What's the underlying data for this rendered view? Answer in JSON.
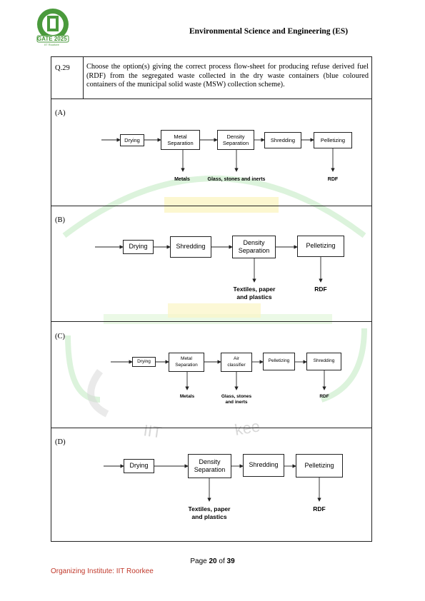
{
  "header": {
    "logo_text": "GATE 2025",
    "logo_subtext": "IIT Roorkee",
    "title": "Environmental Science and Engineering (ES)"
  },
  "question": {
    "number": "Q.29",
    "text": "Choose the option(s) giving the correct process flow-sheet for producing refuse derived fuel (RDF) from the segregated waste collected in the dry waste containers (blue coloured containers of the municipal solid waste (MSW) collection scheme)."
  },
  "options": {
    "a": {
      "label": "(A)",
      "steps": [
        "Drying",
        "Metal\nSeparation",
        "Density\nSeparation",
        "Shredding",
        "Pelletizing"
      ],
      "outputs": [
        "Metals",
        "Glass, stones and inerts",
        "RDF"
      ]
    },
    "b": {
      "label": "(B)",
      "steps": [
        "Drying",
        "Shredding",
        "Density\nSeparation",
        "Pelletizing"
      ],
      "outputs": [
        "Textiles, paper\nand plastics",
        "RDF"
      ]
    },
    "c": {
      "label": "(C)",
      "steps": [
        "Drying",
        "Metal\nSeparation",
        "Air\nclassifier",
        "Pelletizing",
        "Shredding"
      ],
      "outputs": [
        "Metals",
        "Glass, stones\nand inerts",
        "RDF"
      ]
    },
    "d": {
      "label": "(D)",
      "steps": [
        "Drying",
        "Density\nSeparation",
        "Shredding",
        "Pelletizing"
      ],
      "outputs": [
        "Textiles, paper\nand plastics",
        "RDF"
      ]
    }
  },
  "footer": {
    "page_prefix": "Page ",
    "page_current": "20",
    "page_of": " of ",
    "page_total": "39",
    "organizer": "Organizing Institute: IIT Roorkee"
  },
  "colors": {
    "watermark": "#c9efc9",
    "watermark_yellow": "#fbf5c4",
    "logo_green": "#4a9a3c",
    "organizer_text": "#c0392b"
  }
}
